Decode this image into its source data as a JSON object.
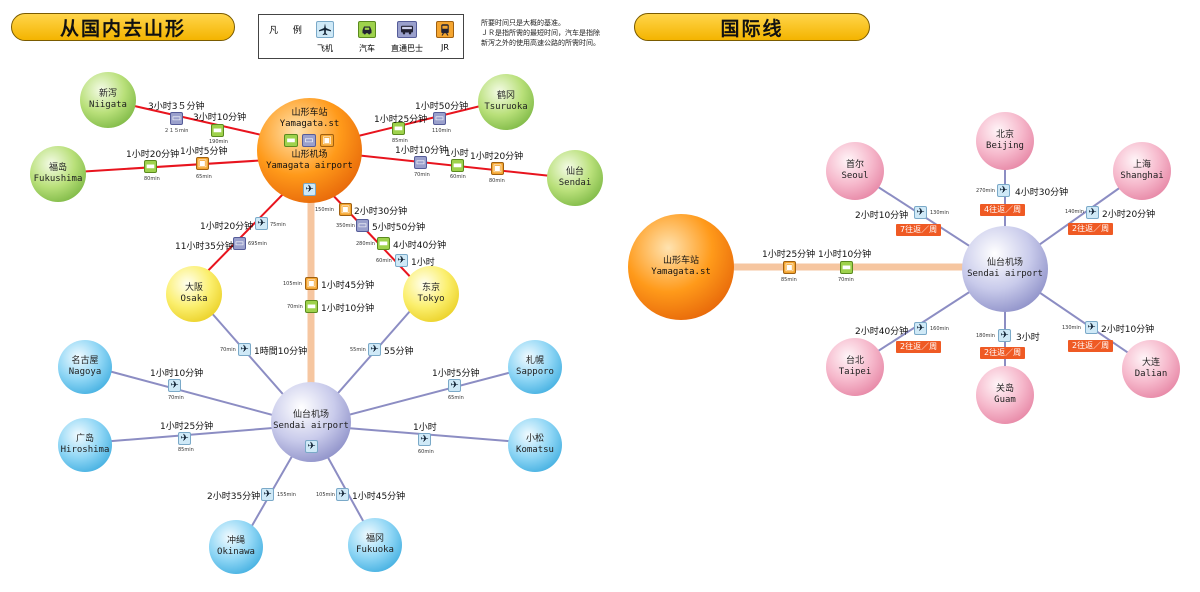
{
  "headers": {
    "domestic": "从国内去山形",
    "international": "国际线"
  },
  "legend": {
    "title": "凡 例",
    "items": [
      {
        "icon": "plane-icon",
        "label": "飞机"
      },
      {
        "icon": "car-icon",
        "label": "汽车"
      },
      {
        "icon": "bus-icon",
        "label": "直通巴士"
      },
      {
        "icon": "train-icon",
        "label": "JR"
      }
    ]
  },
  "note": {
    "line1": "所要时间只是大概的基准。",
    "line2": "ＪＲ是指所需的最短时间，汽车是指除",
    "line3": "新泻之外的使用高速公路的所需时间。"
  },
  "nodes": {
    "niigata": {
      "zh": "新泻",
      "en": "Niigata"
    },
    "fukushima": {
      "zh": "福岛",
      "en": "Fukushima"
    },
    "tsuruoka": {
      "zh": "鹤冈",
      "en": "Tsuruoka"
    },
    "sendai_city": {
      "zh": "仙台",
      "en": "Sendai"
    },
    "yamagata_st": {
      "zh": "山形车站",
      "en": "Yamagata.st"
    },
    "yamagata_ap": {
      "zh": "山形机场",
      "en": "Yamagata airport"
    },
    "osaka": {
      "zh": "大阪",
      "en": "Osaka"
    },
    "tokyo": {
      "zh": "东京",
      "en": "Tokyo"
    },
    "sendai_ap": {
      "zh": "仙台机场",
      "en": "Sendai airport"
    },
    "nagoya": {
      "zh": "名古屋",
      "en": "Nagoya"
    },
    "hiroshima": {
      "zh": "广岛",
      "en": "Hiroshima"
    },
    "okinawa": {
      "zh": "冲绳",
      "en": "Okinawa"
    },
    "fukuoka": {
      "zh": "福冈",
      "en": "Fukuoka"
    },
    "sapporo": {
      "zh": "札幌",
      "en": "Sapporo"
    },
    "komatsu": {
      "zh": "小松",
      "en": "Komatsu"
    },
    "intl_yamagata_st": {
      "zh": "山形车站",
      "en": "Yamagata.st"
    },
    "intl_sendai_ap": {
      "zh": "仙台机场",
      "en": "Sendai airport"
    },
    "seoul": {
      "zh": "首尔",
      "en": "Seoul"
    },
    "beijing": {
      "zh": "北京",
      "en": "Beijing"
    },
    "shanghai": {
      "zh": "上海",
      "en": "Shanghai"
    },
    "taipei": {
      "zh": "台北",
      "en": "Taipei"
    },
    "guam": {
      "zh": "关岛",
      "en": "Guam"
    },
    "dalian": {
      "zh": "大连",
      "en": "Dalian"
    }
  },
  "routes": {
    "niigata_bus": {
      "time": "3小时3５分钟",
      "min": "２１５min"
    },
    "niigata_car": {
      "time": "3小时10分钟",
      "min": "190min"
    },
    "fukushima_car": {
      "time": "1小时20分钟",
      "min": "80min"
    },
    "fukushima_jr": {
      "time": "1小时5分钟",
      "min": "65min"
    },
    "tsuruoka_car": {
      "time": "1小时25分钟",
      "min": "85min"
    },
    "tsuruoka_bus": {
      "time": "1小时50分钟",
      "min": "110min"
    },
    "sendai_bus": {
      "time": "1小时10分钟",
      "min": "70min"
    },
    "sendai_car": {
      "time": "1小时",
      "min": "60min"
    },
    "sendai_jr": {
      "time": "1小时20分钟",
      "min": "80min"
    },
    "osaka_plane": {
      "time": "1小时20分钟",
      "min": "75min"
    },
    "osaka_bus": {
      "time": "11小时35分钟",
      "min": "695min"
    },
    "tokyo_jr": {
      "time": "2小时30分钟",
      "min": "150min"
    },
    "tokyo_bus": {
      "time": "5小时50分钟",
      "min": "350min"
    },
    "tokyo_car": {
      "time": "4小时40分钟",
      "min": "280min"
    },
    "tokyo_plane": {
      "time": "1小时",
      "min": "60min"
    },
    "ap_jr": {
      "time": "1小时45分钟",
      "min": "105min"
    },
    "ap_car": {
      "time": "1小时10分钟",
      "min": "70min"
    },
    "osaka_sendai": {
      "time": "1時間10分钟",
      "min": "70min"
    },
    "tokyo_sendai": {
      "time": "55分钟",
      "min": "55min"
    },
    "nagoya": {
      "time": "1小时10分钟",
      "min": "70min"
    },
    "hiroshima": {
      "time": "1小时25分钟",
      "min": "85min"
    },
    "okinawa": {
      "time": "2小时35分钟",
      "min": "155min"
    },
    "fukuoka": {
      "time": "1小时45分钟",
      "min": "105min"
    },
    "sapporo": {
      "time": "1小时5分钟",
      "min": "65min"
    },
    "komatsu": {
      "time": "1小时",
      "min": "60min"
    },
    "intl_jr": {
      "time": "1小时25分钟",
      "min": "85min"
    },
    "intl_car": {
      "time": "1小时10分钟",
      "min": "70min"
    },
    "seoul": {
      "time": "2小时10分钟",
      "min": "130min",
      "freq": "7往返／周"
    },
    "beijing": {
      "time": "4小时30分钟",
      "min": "270min",
      "freq": "4往返／周"
    },
    "shanghai": {
      "time": "2小时20分钟",
      "min": "140min",
      "freq": "2往返／周"
    },
    "taipei": {
      "time": "2小时40分钟",
      "min": "160min",
      "freq": "2往返／周"
    },
    "guam": {
      "time": "3小时",
      "min": "180min",
      "freq": "2往返／周"
    },
    "dalian": {
      "time": "2小时10分钟",
      "min": "130min",
      "freq": "2往返／周"
    }
  },
  "colors": {
    "road": "#e8141e",
    "air": "#8c8dc3",
    "rail": "#f6c6a0",
    "header": "#f4b400",
    "badge": "#ef5a24"
  }
}
